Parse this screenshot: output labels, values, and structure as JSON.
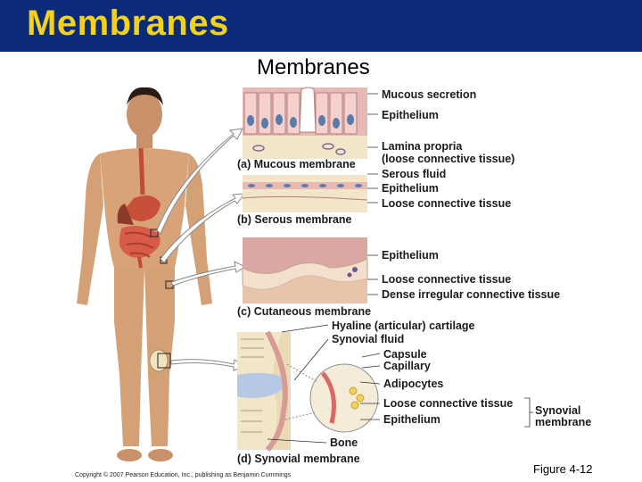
{
  "slide": {
    "title": "Membranes",
    "subtitle": "Membranes",
    "copyright": "Copyright © 2007 Pearson Education, Inc., publishing as Benjamin Cummings",
    "figure_ref": "Figure 4-12"
  },
  "panels": {
    "mucous": {
      "caption": "(a) Mucous membrane",
      "labels": [
        "Mucous secretion",
        "Epithelium",
        "Lamina propria",
        "(loose connective tissue)"
      ]
    },
    "serous": {
      "caption": "(b) Serous membrane",
      "labels": [
        "Serous fluid",
        "Epithelium",
        "Loose connective tissue"
      ]
    },
    "cutaneous": {
      "caption": "(c) Cutaneous membrane",
      "labels": [
        "Epithelium",
        "Loose connective tissue",
        "Dense irregular connective tissue"
      ]
    },
    "synovial": {
      "caption": "(d) Synovial membrane",
      "labels": [
        "Hyaline (articular) cartilage",
        "Synovial fluid",
        "Capsule",
        "Capillary",
        "Adipocytes",
        "Loose connective tissue",
        "Epithelium",
        "Bone"
      ],
      "bracket_label": [
        "Synovial",
        "membrane"
      ]
    }
  },
  "colors": {
    "title_bar": "#0b2a78",
    "title_text": "#f2d21b",
    "skin": "#d9a37a",
    "epithelium": "#e8b9b4",
    "connective": "#f3e6c8",
    "nucleus": "#5a7aa8"
  }
}
